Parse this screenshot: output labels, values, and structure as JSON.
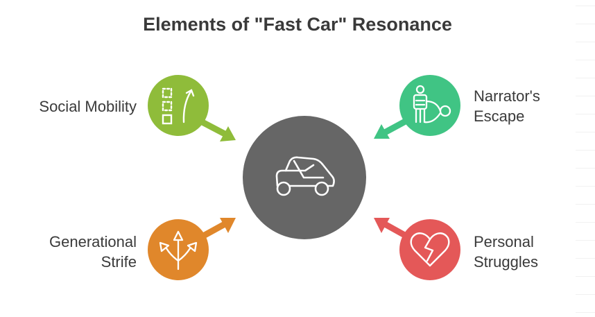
{
  "title": "Elements of \"Fast Car\" Resonance",
  "center": {
    "icon": "car-icon",
    "color": "#666666"
  },
  "nodes": {
    "social_mobility": {
      "lines": [
        "Social Mobility"
      ],
      "icon": "ladder-arrow-icon",
      "color": "#8fbc3a"
    },
    "narrators_escape": {
      "lines": [
        "Narrator's",
        "Escape"
      ],
      "icon": "person-escape-icon",
      "color": "#40c484"
    },
    "generational_strife": {
      "lines": [
        "Generational",
        "Strife"
      ],
      "icon": "diverging-arrows-icon",
      "color": "#e0872b"
    },
    "personal_struggles": {
      "lines": [
        "Personal",
        "Struggles"
      ],
      "icon": "broken-heart-icon",
      "color": "#e45858"
    }
  }
}
